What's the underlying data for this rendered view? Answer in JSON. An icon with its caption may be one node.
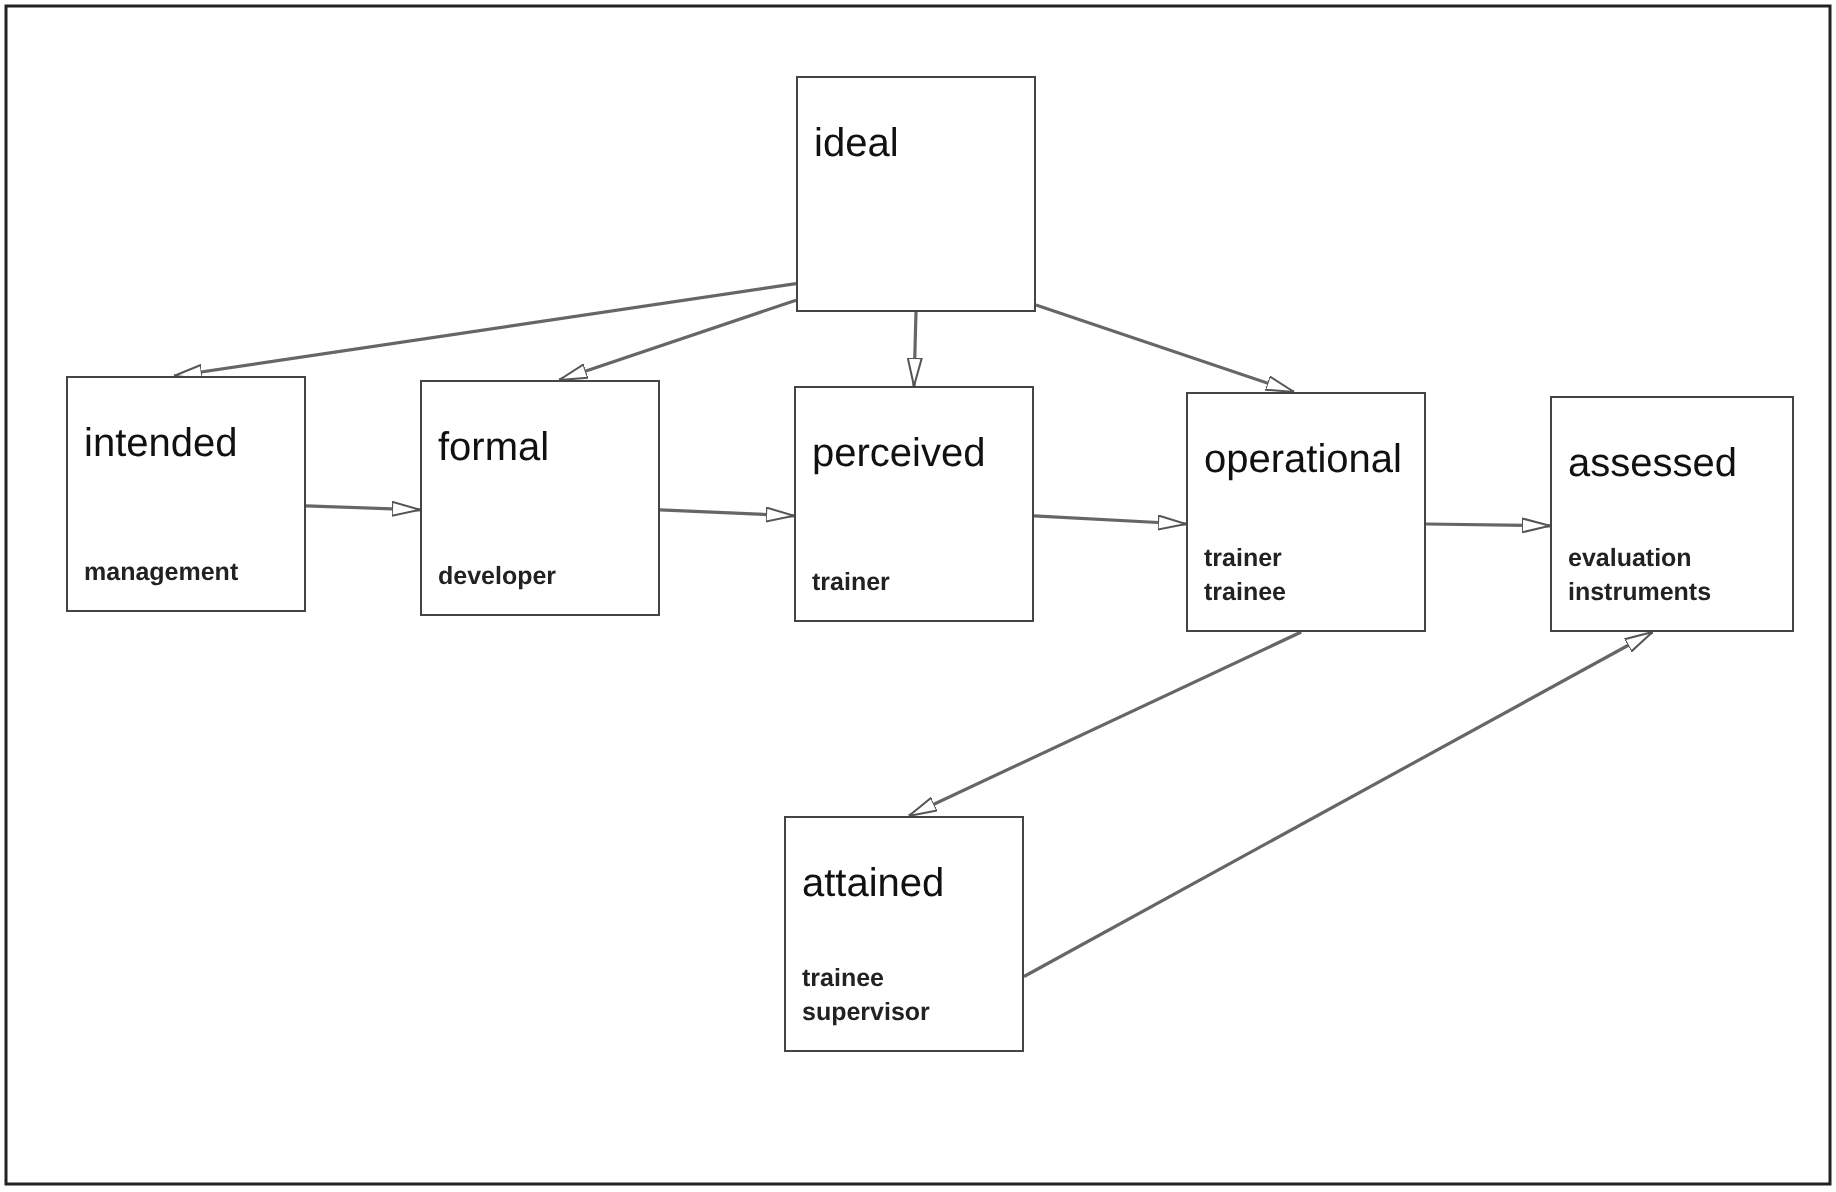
{
  "diagram": {
    "nodes": [
      {
        "text": [
          "ideal"
        ]
      },
      {
        "text": [
          "intended",
          "management"
        ]
      },
      {
        "text": [
          "formal",
          "developer"
        ]
      },
      {
        "text": [
          "perceived",
          "trainer"
        ]
      },
      {
        "text": [
          "operational",
          "trainer trainee"
        ]
      },
      {
        "text": [
          "assessed",
          "evaluation instruments"
        ]
      },
      {
        "text": [
          "attained",
          "trainee supervisor"
        ]
      }
    ],
    "edges": [
      {
        "from": 0,
        "to": 1,
        "arrow": "to"
      },
      {
        "from": 0,
        "to": 2,
        "arrow": "to"
      },
      {
        "from": 0,
        "to": 3,
        "arrow": "to"
      },
      {
        "from": 0,
        "to": 4,
        "arrow": "to"
      },
      {
        "from": 1,
        "to": 2,
        "arrow": "to"
      },
      {
        "from": 2,
        "to": 3,
        "arrow": "to"
      },
      {
        "from": 3,
        "to": 4,
        "arrow": "to"
      },
      {
        "from": 4,
        "to": 5,
        "arrow": "to"
      },
      {
        "from": 4,
        "to": 6,
        "arrow": "to"
      },
      {
        "from": 6,
        "to": 5,
        "arrow": "to"
      }
    ]
  }
}
